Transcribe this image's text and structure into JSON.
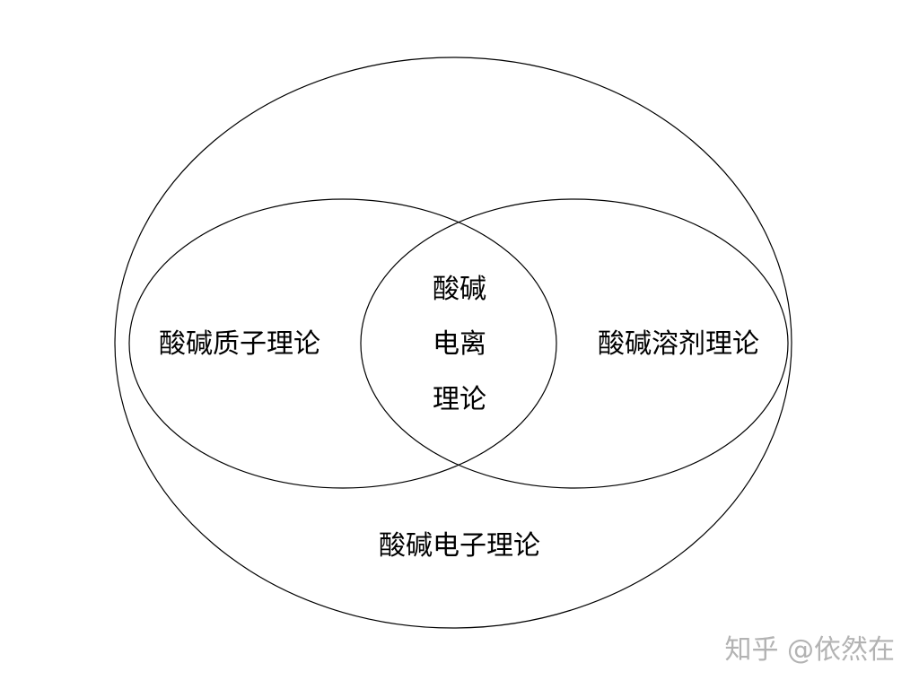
{
  "labels": {
    "electron_theory": "酸碱电子理论",
    "proton_theory": "酸碱质子理论",
    "solvent_theory": "酸碱溶剂理论",
    "ionization_line1": "酸碱",
    "ionization_line2": "电离",
    "ionization_line3": "理论"
  },
  "watermark": {
    "text": "知乎 @依然在"
  }
}
